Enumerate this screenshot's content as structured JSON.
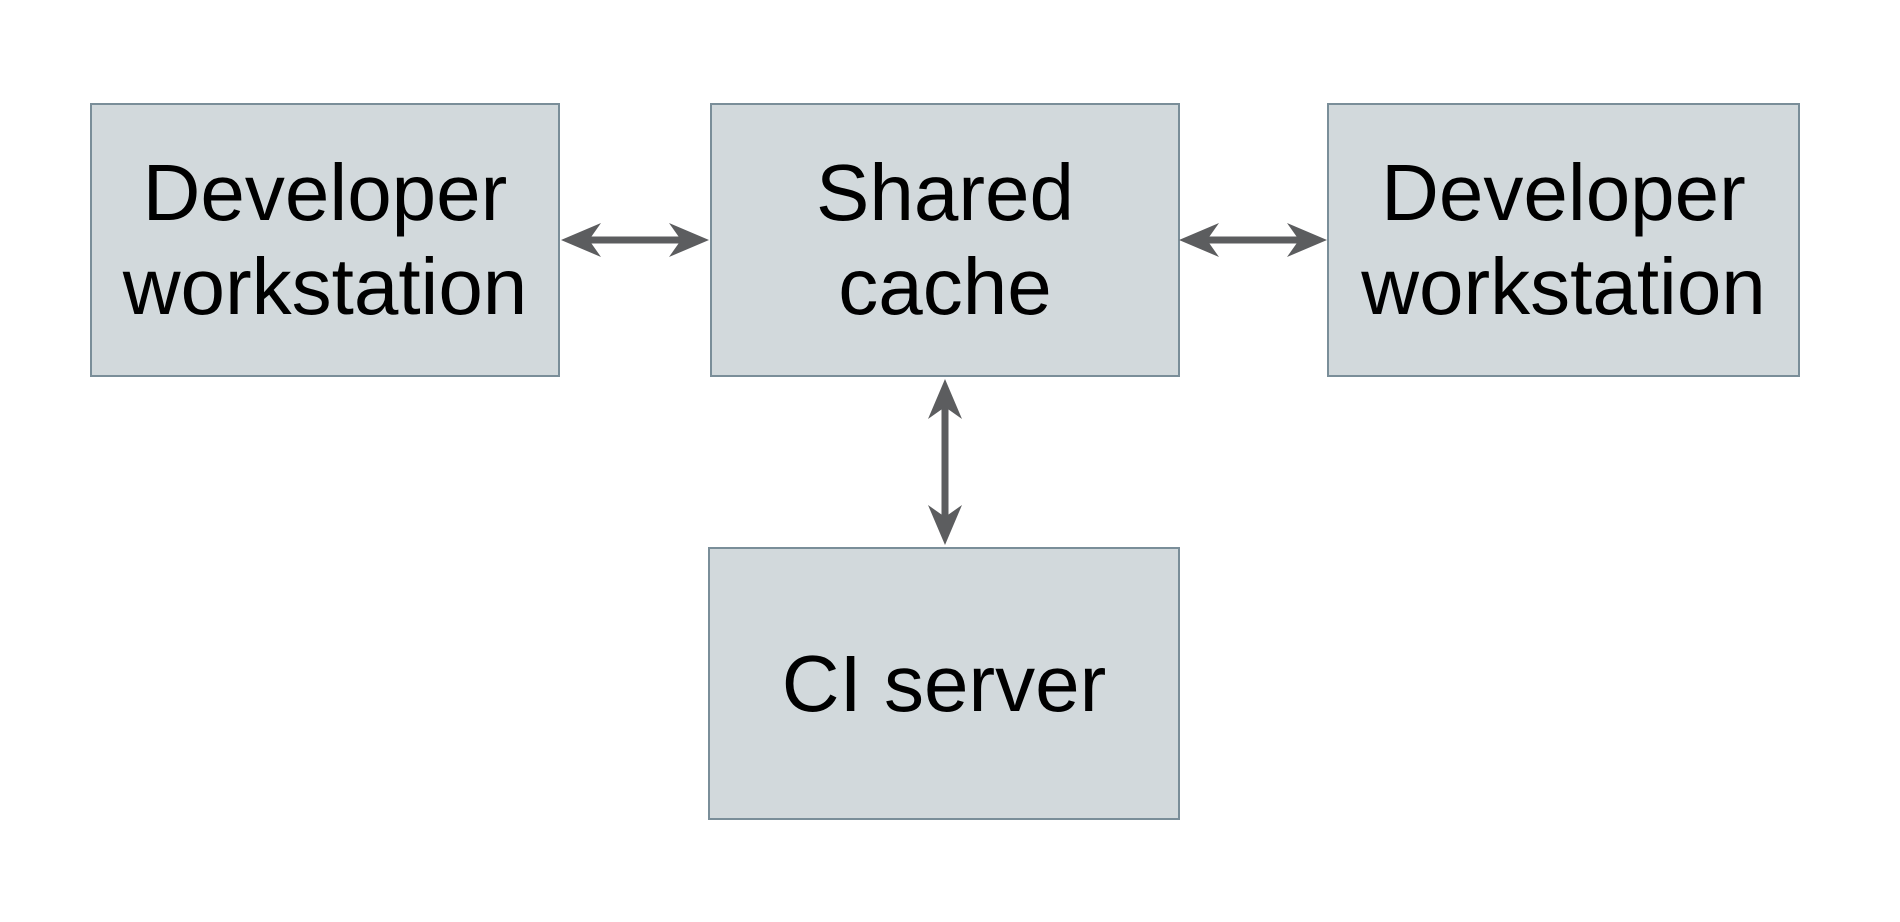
{
  "colors": {
    "background": "#ffffff",
    "node_fill": "#d2d9dc",
    "node_border": "#7a8e99",
    "arrow": "#5c5d5f",
    "text": "#000000"
  },
  "nodes": {
    "dev_left": {
      "label": "Developer\nworkstation"
    },
    "shared_cache": {
      "label": "Shared\ncache"
    },
    "dev_right": {
      "label": "Developer\nworkstation"
    },
    "ci_server": {
      "label": "CI server"
    }
  },
  "edges": [
    {
      "from": "Developer workstation (left)",
      "to": "Shared cache",
      "type": "bidirectional"
    },
    {
      "from": "Shared cache",
      "to": "Developer workstation (right)",
      "type": "bidirectional"
    },
    {
      "from": "Shared cache",
      "to": "CI server",
      "type": "bidirectional"
    }
  ]
}
